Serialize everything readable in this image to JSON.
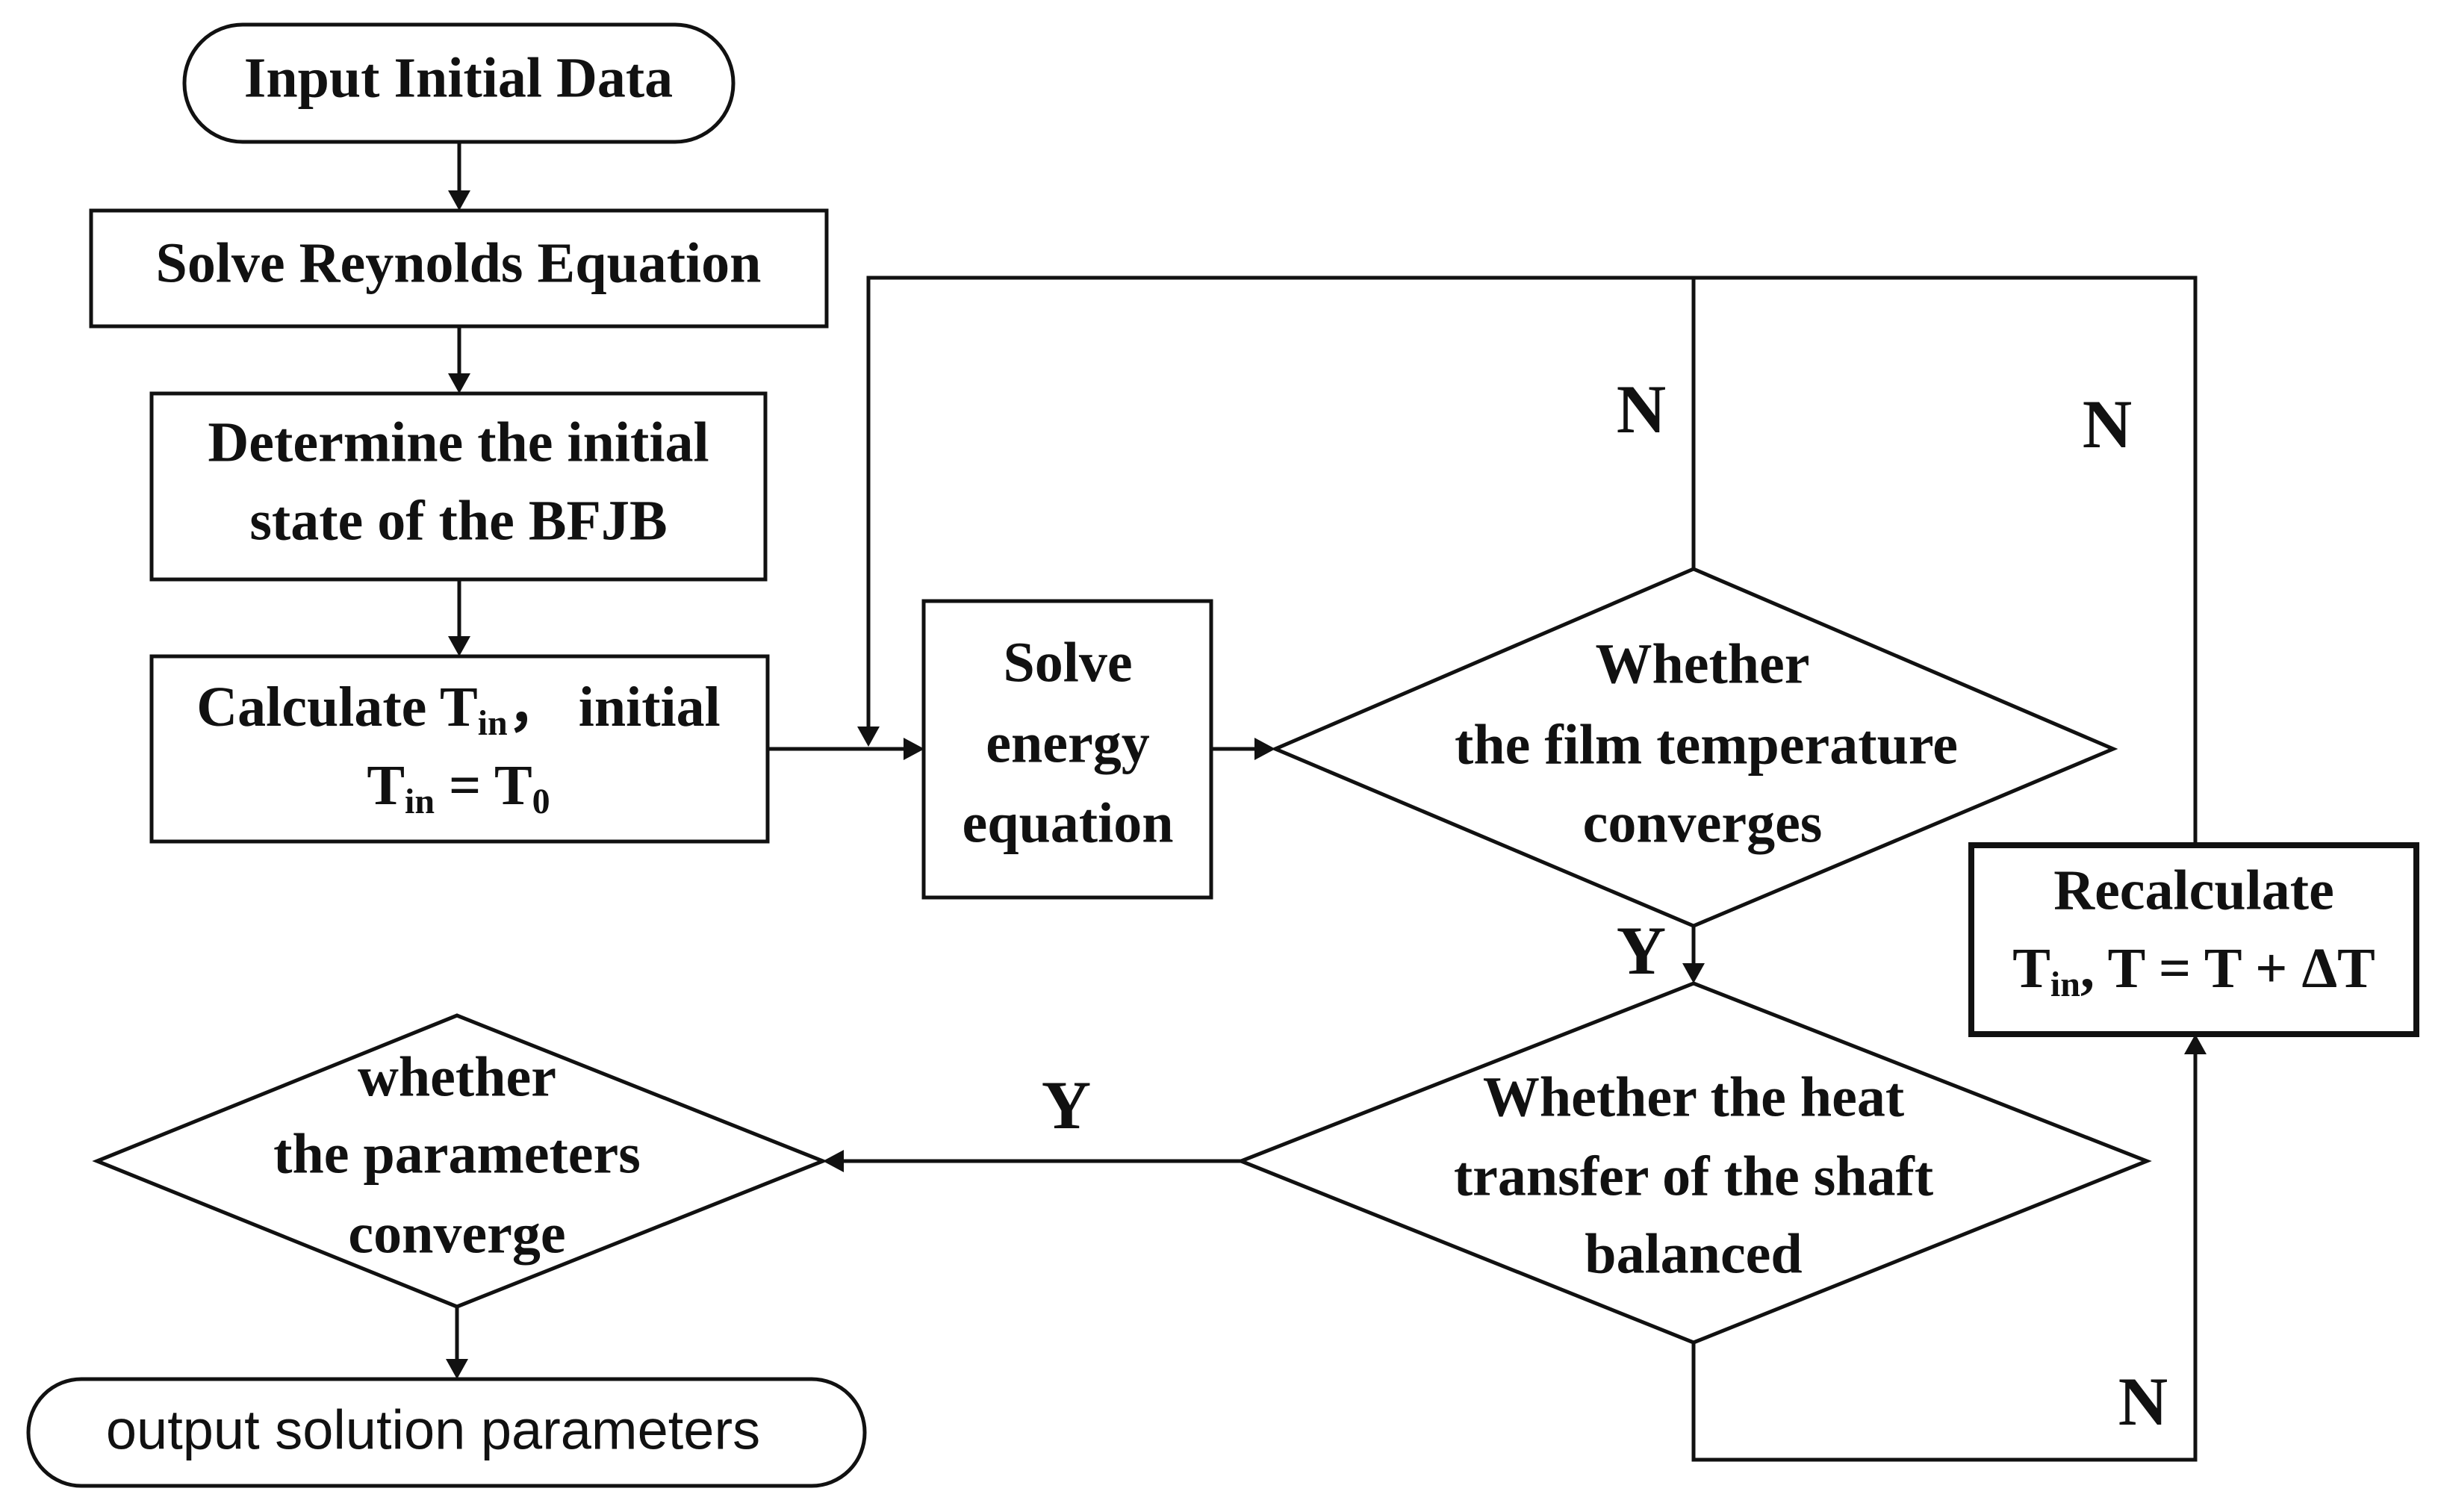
{
  "nodes": {
    "start": {
      "text": "Input Initial Data"
    },
    "reynolds": {
      "text": "Solve Reynolds Equation"
    },
    "initial_state": {
      "lines": [
        "Determine the initial",
        "state of the BFJB"
      ]
    },
    "calc_tin": {
      "line1": {
        "a": "Calculate T",
        "sub": "in",
        "b": "，  initial"
      },
      "line2": {
        "a": "T",
        "sub1": "in",
        "b": " = T",
        "sub2": "0"
      }
    },
    "energy": {
      "lines": [
        "Solve",
        "energy",
        "equation"
      ]
    },
    "film_converge": {
      "lines": [
        "Whether",
        "the film temperature",
        "converges"
      ]
    },
    "heat_balance": {
      "lines": [
        "Whether the heat",
        "transfer of the shaft",
        "balanced"
      ]
    },
    "recalculate": {
      "line1": "Recalculate",
      "line2": {
        "a": "T",
        "sub": "in",
        "b": ", T = T + ΔT"
      }
    },
    "params_converge": {
      "lines": [
        "whether",
        "the parameters",
        "converge"
      ]
    },
    "output": {
      "text": "output solution parameters"
    }
  },
  "edge_labels": {
    "film_no": "N",
    "recalc_no": "N",
    "film_yes": "Y",
    "heat_yes": "Y",
    "heat_no": "N"
  },
  "colors": {
    "ink": "#111111",
    "background": "#ffffff"
  }
}
